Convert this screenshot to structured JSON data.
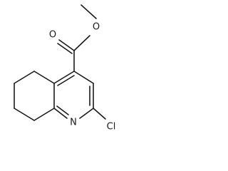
{
  "molecule": {
    "atoms": {
      "carbonyl_oxygen": "O",
      "ester_oxygen": "O",
      "ring_nitrogen": "N",
      "chlorine": "Cl"
    }
  }
}
